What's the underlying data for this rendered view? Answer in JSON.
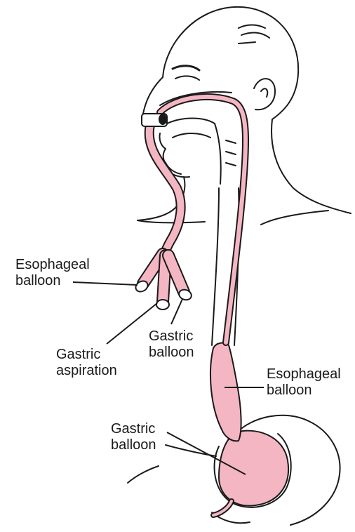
{
  "colors": {
    "outline": "#1a1a1a",
    "tube": "#f4b6c2",
    "background": "#ffffff"
  },
  "labels": {
    "esophageal_balloon_external": {
      "line1": "Esophageal",
      "line2": "balloon"
    },
    "gastric_aspiration": {
      "line1": "Gastric",
      "line2": "aspiration"
    },
    "gastric_balloon_external": {
      "line1": "Gastric",
      "line2": "balloon"
    },
    "esophageal_balloon_internal": {
      "line1": "Esophageal",
      "line2": "balloon"
    },
    "gastric_balloon_internal": {
      "line1": "Gastric",
      "line2": "balloon"
    }
  }
}
